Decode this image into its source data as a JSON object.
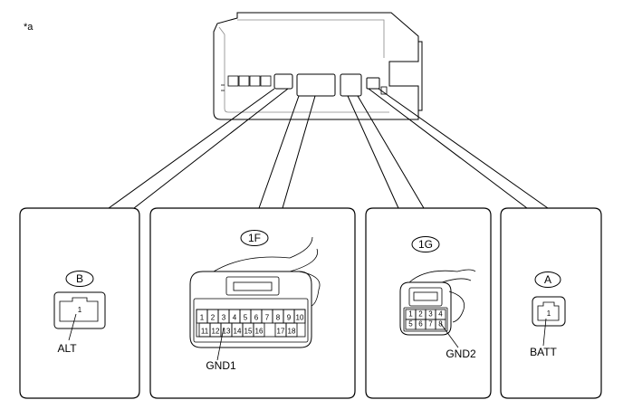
{
  "figure_marker": "*a",
  "connectors": {
    "alt": {
      "code": "B",
      "pins": [
        "1"
      ],
      "terminal_label": "ALT"
    },
    "f1": {
      "code": "1F",
      "pins_top": [
        "1",
        "2",
        "3",
        "4",
        "5",
        "6",
        "7",
        "8",
        "9",
        "10"
      ],
      "pins_bottom": [
        "11",
        "12",
        "13",
        "14",
        "15",
        "16",
        "17",
        "18"
      ],
      "terminal_label": "GND1"
    },
    "g1": {
      "code": "1G",
      "pins_top": [
        "1",
        "2",
        "3",
        "4"
      ],
      "pins_bottom": [
        "5",
        "6",
        "7",
        "8"
      ],
      "terminal_label": "GND2"
    },
    "batt": {
      "code": "A",
      "pins": [
        "1"
      ],
      "terminal_label": "BATT"
    }
  }
}
